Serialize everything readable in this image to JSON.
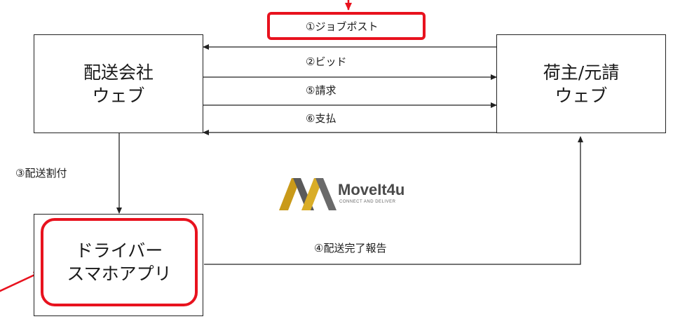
{
  "nodes": {
    "carrier_web": {
      "line1": "配送会社",
      "line2": "ウェブ"
    },
    "shipper_web": {
      "line1": "荷主/元請",
      "line2": "ウェブ"
    },
    "driver_app": {
      "line1": "ドライバー",
      "line2": "スマホアプリ"
    }
  },
  "edges": {
    "job_post": "①ジョブポスト",
    "bid": "②ビッド",
    "dispatch": "③配送割付",
    "delivery_report": "④配送完了報告",
    "invoice": "⑤請求",
    "payment": "⑥支払"
  },
  "logo": {
    "name": "MoveIt4u",
    "tagline": "CONNECT AND DELIVER"
  },
  "colors": {
    "highlight": "#e8121e",
    "line": "#222222",
    "logo_gold": "#c99a1a",
    "logo_gray": "#5a5a5a"
  }
}
